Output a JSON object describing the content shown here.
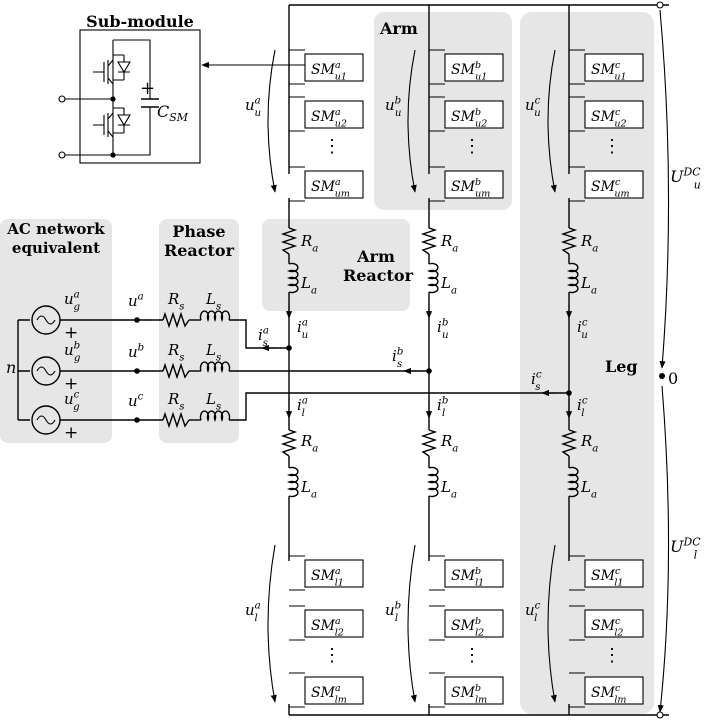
{
  "labels": {
    "sub_module": "Sub-module",
    "c_sm_main": "C",
    "c_sm_sub": "SM",
    "arm": "Arm",
    "arm_reactor_1": "Arm",
    "arm_reactor_2": "Reactor",
    "phase_reactor_1": "Phase",
    "phase_reactor_2": "Reactor",
    "ac_network_1": "AC network",
    "ac_network_2": "equivalent",
    "leg": "Leg",
    "neutral_node": "n",
    "zero": "0",
    "dots": "⋮"
  },
  "phases": [
    "a",
    "b",
    "c"
  ],
  "sm_main": "SM",
  "upper_modules": [
    "u1",
    "u2",
    "um"
  ],
  "lower_modules": [
    "l1",
    "l2",
    "lm"
  ],
  "symbols": {
    "u": "u",
    "i": "i",
    "R": "R",
    "L": "L",
    "U": "U",
    "sub_g": "g",
    "sub_s": "s",
    "sub_a": "a",
    "sub_u": "u",
    "sub_l": "l",
    "sup_DC": "DC",
    "plus": "+"
  }
}
